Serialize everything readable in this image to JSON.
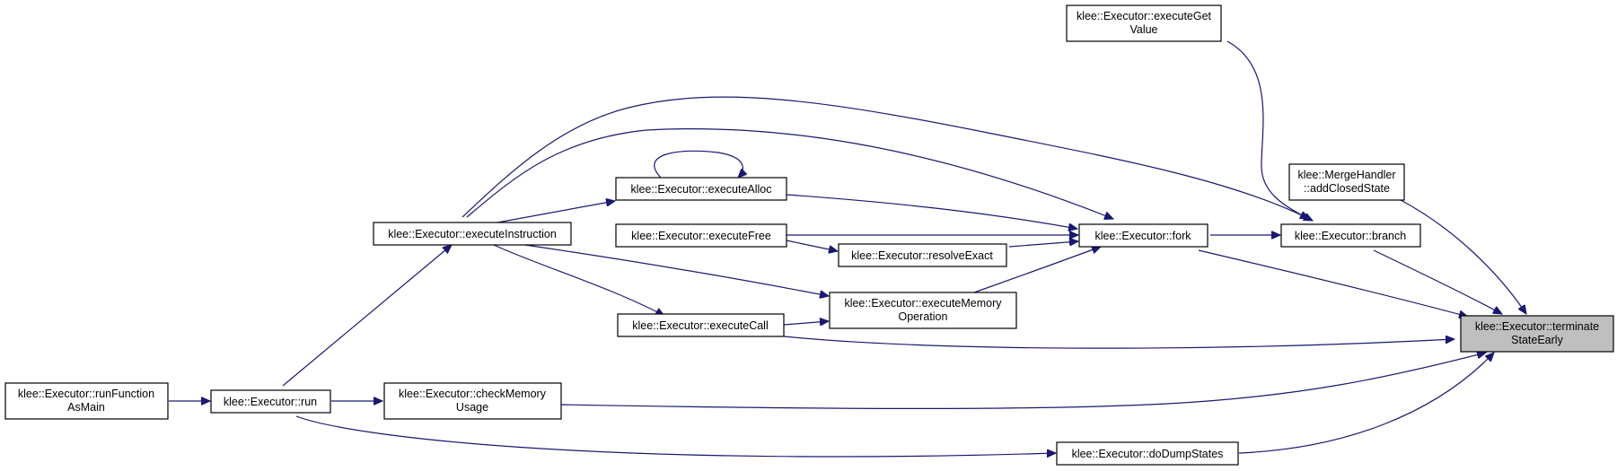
{
  "graph": {
    "colors": {
      "edge": "#191970",
      "focus_fill": "#bfbfbf",
      "node_fill": "#ffffff",
      "border": "#000000"
    },
    "nodes": {
      "terminate": [
        "klee::Executor::terminate",
        "StateEarly"
      ],
      "executeGetValue": [
        "klee::Executor::executeGet",
        "Value"
      ],
      "addClosedState": [
        "klee::MergeHandler",
        "::addClosedState"
      ],
      "branch": [
        "klee::Executor::branch"
      ],
      "fork": [
        "klee::Executor::fork"
      ],
      "executeAlloc": [
        "klee::Executor::executeAlloc"
      ],
      "executeFree": [
        "klee::Executor::executeFree"
      ],
      "resolveExact": [
        "klee::Executor::resolveExact"
      ],
      "executeInstruction": [
        "klee::Executor::executeInstruction"
      ],
      "executeMemoryOperation": [
        "klee::Executor::executeMemory",
        "Operation"
      ],
      "executeCall": [
        "klee::Executor::executeCall"
      ],
      "checkMemoryUsage": [
        "klee::Executor::checkMemory",
        "Usage"
      ],
      "run": [
        "klee::Executor::run"
      ],
      "runFunctionAsMain": [
        "klee::Executor::runFunction",
        "AsMain"
      ],
      "doDumpStates": [
        "klee::Executor::doDumpStates"
      ]
    }
  }
}
